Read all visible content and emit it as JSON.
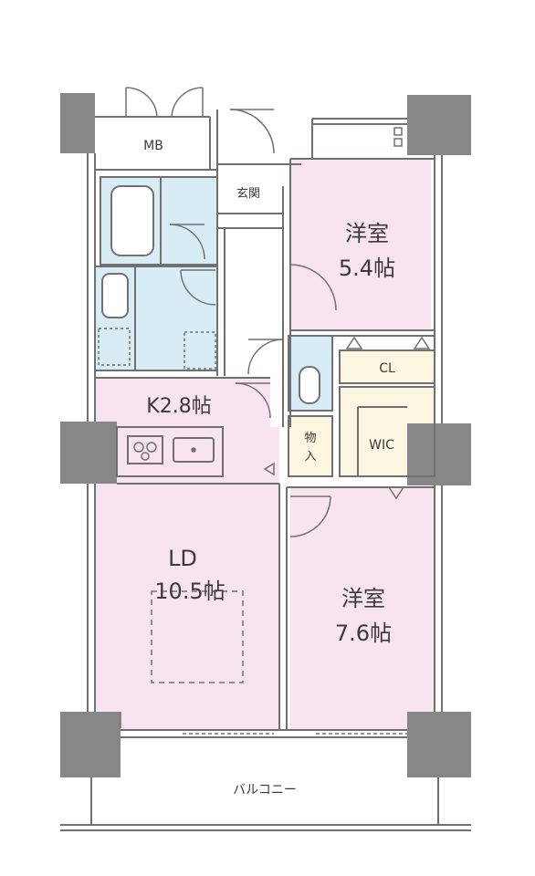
{
  "rooms": {
    "mb": "MB",
    "genkan": "玄関",
    "western1_name": "洋室",
    "western1_size": "5.4帖",
    "cl": "CL",
    "kitchen": "K2.8帖",
    "storage_top": "物",
    "storage_bottom": "入",
    "wic": "WIC",
    "ld_name": "LD",
    "ld_size": "10.5帖",
    "western2_name": "洋室",
    "western2_size": "7.6帖",
    "balcony": "バルコニー"
  },
  "colors": {
    "room_pink": "#f8e4ee",
    "wet_blue": "#d8ecf6",
    "storage_yellow": "#fbf6df",
    "wall_gray": "#878787",
    "line_gray": "#707070"
  }
}
